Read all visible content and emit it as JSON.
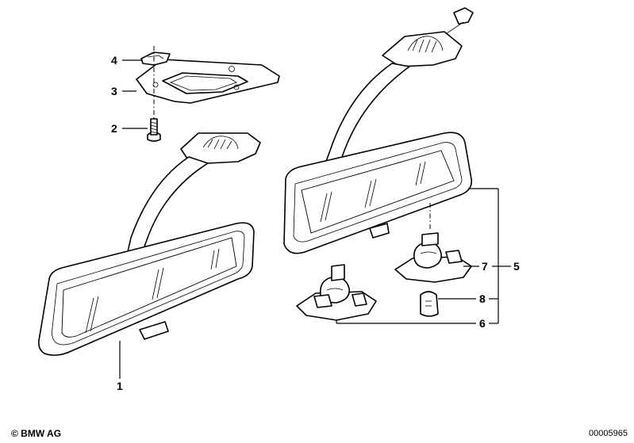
{
  "callouts": [
    {
      "id": "1",
      "label": "1"
    },
    {
      "id": "2",
      "label": "2"
    },
    {
      "id": "3",
      "label": "3"
    },
    {
      "id": "4",
      "label": "4"
    },
    {
      "id": "5",
      "label": "5"
    },
    {
      "id": "6",
      "label": "6"
    },
    {
      "id": "7",
      "label": "7"
    },
    {
      "id": "8",
      "label": "8"
    }
  ],
  "footer": {
    "copyright": "© BMW AG",
    "document_number": "00005965"
  }
}
